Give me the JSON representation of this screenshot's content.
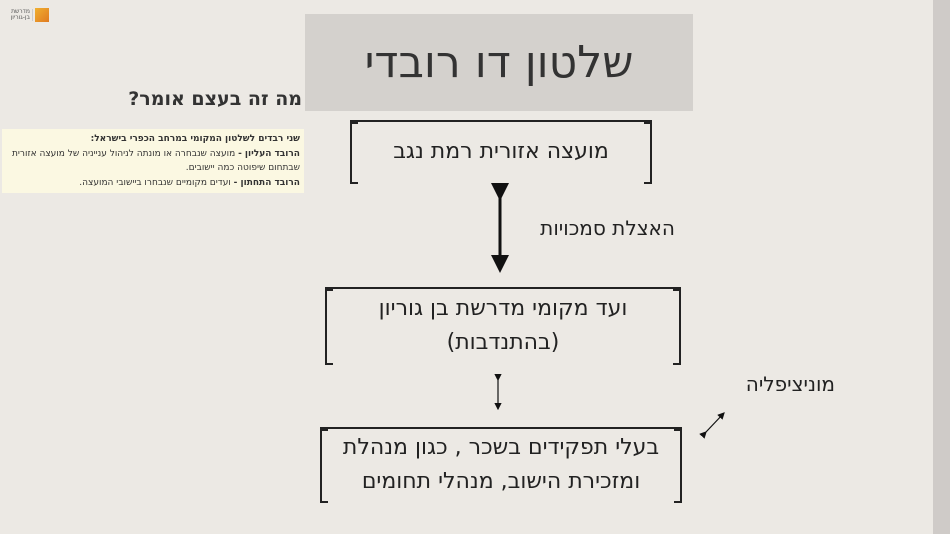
{
  "logo": {
    "text": "מדרשת בן-גוריון"
  },
  "title": "שלטון דו רובדי",
  "question": "מה זה בעצם אומר?",
  "note": {
    "heading": "שני רבדים לשלטון המקומי במרחב הכפרי בישראל:",
    "upper_label": "הרובד העליון -",
    "upper_text": " מועצה שנבחרה או מונתה לניהול ענייניה של מועצה אזורית שבתחום שיפוטה כמה יישובים.",
    "lower_label": "הרובד התחתון -",
    "lower_text": " ועדים מקומיים שנבחרו ביישובי המועצה."
  },
  "boxes": [
    {
      "lines": [
        "מועצה אזורית רמת נגב"
      ]
    },
    {
      "lines": [
        "ועד מקומי מדרשת בן גוריון",
        "(בהתנדבות)"
      ]
    },
    {
      "lines": [
        "בעלי תפקידים בשכר , כגון מנהלת",
        "ומזכירת הישוב, מנהלי תחומים"
      ]
    }
  ],
  "labels": {
    "delegation": "האצלת סמכויות",
    "municipality": "מוניציפליה"
  }
}
